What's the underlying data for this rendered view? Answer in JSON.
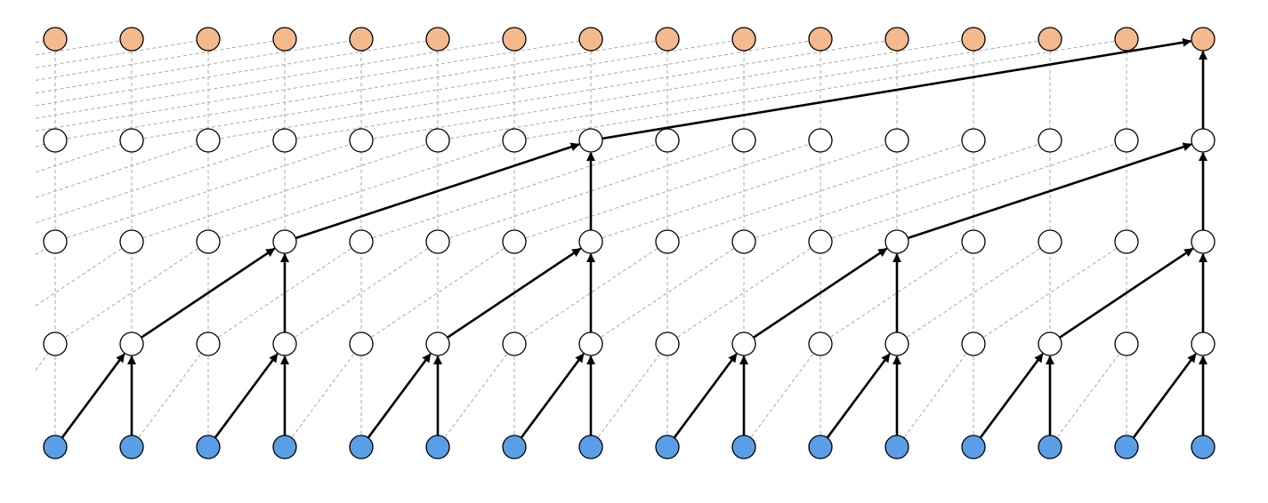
{
  "diagram": {
    "type": "dilated-causal-convolution",
    "columns": 16,
    "layers": [
      "input",
      "hidden",
      "hidden",
      "hidden",
      "output"
    ],
    "colors": {
      "input": "#5b9ee8",
      "hidden": "#ffffff",
      "output": "#f5b98e",
      "edge": "#000000",
      "grid": "#a8a8a8"
    },
    "dilations": [
      1,
      2,
      4,
      8
    ],
    "highlighted_path_target": {
      "layer": 4,
      "column": 15
    }
  }
}
